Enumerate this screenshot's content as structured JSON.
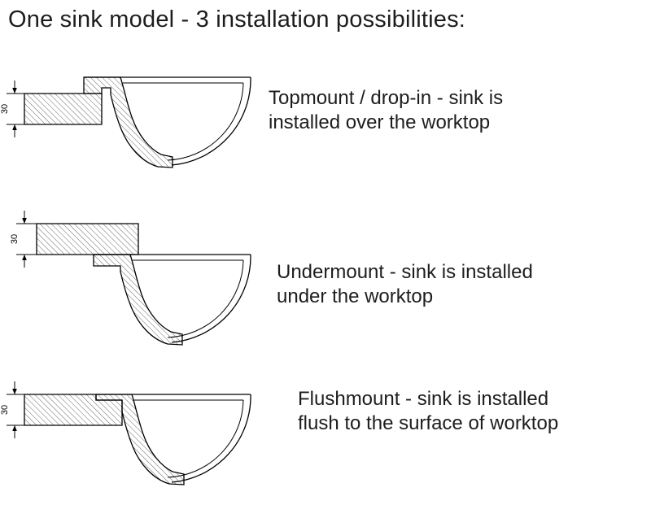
{
  "title": "One sink model - 3 installation possibilities:",
  "dimension_label": "30",
  "rows": [
    {
      "id": "topmount",
      "line1": "Topmount / drop-in - sink is",
      "line2": "installed over the worktop"
    },
    {
      "id": "undermount",
      "line1": "Undermount - sink is installed",
      "line2": "under the worktop"
    },
    {
      "id": "flushmount",
      "line1": "Flushmount - sink is installed",
      "line2": "flush to the surface of worktop"
    }
  ],
  "diagram_colors": {
    "line": "#000000",
    "background": "#ffffff"
  }
}
